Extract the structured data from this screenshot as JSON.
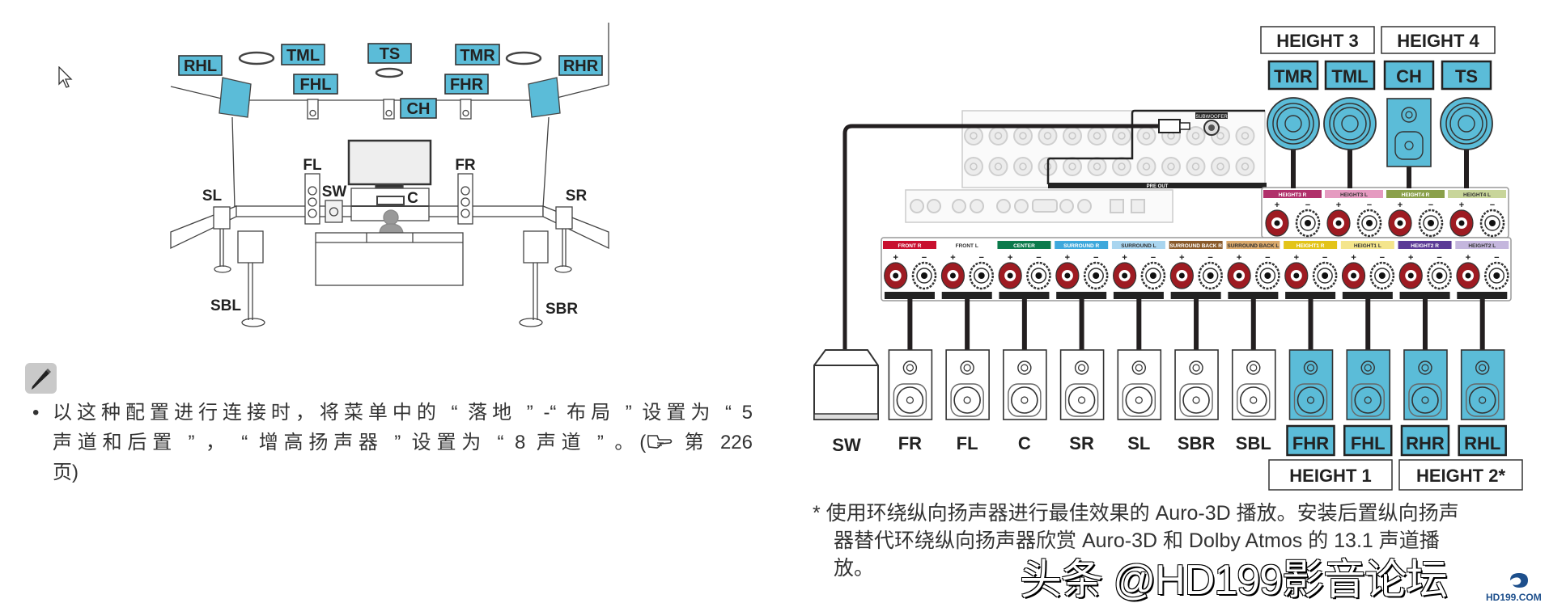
{
  "cursor_icon": "mouse-pointer-icon",
  "colors": {
    "speaker_highlight": "#5bbcd8",
    "cable": "#231f20",
    "terminal_positive": "#9e1b22"
  },
  "room": {
    "labels": {
      "RHL": "RHL",
      "TML": "TML",
      "TS": "TS",
      "TMR": "TMR",
      "RHR": "RHR",
      "FHL": "FHL",
      "FHR": "FHR",
      "CH": "CH",
      "FL": "FL",
      "FR": "FR",
      "SW": "SW",
      "C": "C",
      "SL": "SL",
      "SR": "SR",
      "SBL": "SBL",
      "SBR": "SBR"
    }
  },
  "note": {
    "icon": "pencil-icon",
    "bullet": "•",
    "line1": "以这种配置进行连接时，将菜单中的 “ 落地 ” -“ 布局 ” 设置为 “ 5",
    "line2a": "声道和后置 ” ， “ 增高扬声器 ” 设置为 “ 8 声道 ” 。(",
    "line2_icon": "pointing-hand-icon",
    "line2b": " 第 226",
    "line3": "页)"
  },
  "wiring": {
    "top_groups": [
      {
        "label": "HEIGHT 3",
        "speakers": [
          "TMR",
          "TML"
        ]
      },
      {
        "label": "HEIGHT 4",
        "speakers": [
          "CH",
          "TS"
        ]
      }
    ],
    "bottom_groups": [
      {
        "label": "HEIGHT 1",
        "speakers": [
          "FHR",
          "FHL"
        ]
      },
      {
        "label": "HEIGHT 2*",
        "speakers": [
          "RHR",
          "RHL"
        ]
      }
    ],
    "subwoofer_label": "SW",
    "speakers": [
      {
        "label": "FR",
        "highlight": false
      },
      {
        "label": "FL",
        "highlight": false
      },
      {
        "label": "C",
        "highlight": false
      },
      {
        "label": "SR",
        "highlight": false
      },
      {
        "label": "SL",
        "highlight": false
      },
      {
        "label": "SBR",
        "highlight": false
      },
      {
        "label": "SBL",
        "highlight": false
      },
      {
        "label": "FHR",
        "highlight": true
      },
      {
        "label": "FHL",
        "highlight": true
      },
      {
        "label": "RHR",
        "highlight": true
      },
      {
        "label": "RHL",
        "highlight": true
      }
    ],
    "terminals": [
      {
        "label": "FRONT R",
        "color": "#c8102e",
        "text_color": "#ffffff"
      },
      {
        "label": "FRONT L",
        "color": "#ffffff",
        "text_color": "#333333"
      },
      {
        "label": "CENTER",
        "color": "#0b7a4b",
        "text_color": "#ffffff"
      },
      {
        "label": "SURROUND R",
        "color": "#3da8dc",
        "text_color": "#ffffff"
      },
      {
        "label": "SURROUND L",
        "color": "#a9d5ef",
        "text_color": "#333333"
      },
      {
        "label": "SURROUND BACK R",
        "color": "#8a5a2b",
        "text_color": "#ffffff"
      },
      {
        "label": "SURROUND BACK L",
        "color": "#d9a86b",
        "text_color": "#333333"
      },
      {
        "label": "HEIGHT1 R",
        "color": "#e3c419",
        "text_color": "#ffffff"
      },
      {
        "label": "HEIGHT1 L",
        "color": "#f4e58c",
        "text_color": "#333333"
      },
      {
        "label": "HEIGHT2 R",
        "color": "#5b3a96",
        "text_color": "#ffffff"
      },
      {
        "label": "HEIGHT2 L",
        "color": "#c4b6dd",
        "text_color": "#333333"
      }
    ],
    "top_terminals": [
      {
        "label": "HEIGHT3 R",
        "color": "#b0306a",
        "text_color": "#ffffff"
      },
      {
        "label": "HEIGHT3 L",
        "color": "#e59ac0",
        "text_color": "#333333"
      },
      {
        "label": "HEIGHT4 R",
        "color": "#8aa04a",
        "text_color": "#ffffff"
      },
      {
        "label": "HEIGHT4 L",
        "color": "#c8d59a",
        "text_color": "#333333"
      }
    ],
    "pre_out_label": "PRE OUT",
    "subwoofer_jack_label": "SUBWOOFER"
  },
  "footnote": {
    "line1": "* 使用环绕纵向扬声器进行最佳效果的 Auro-3D 播放。安装后置纵向扬声",
    "line2": "器替代环绕纵向扬声器欣赏 Auro-3D 和 Dolby Atmos 的 13.1 声道播",
    "line3": "放。"
  },
  "watermark": {
    "text": "头条 @HD199影音论坛",
    "site": "HD199.COM"
  }
}
